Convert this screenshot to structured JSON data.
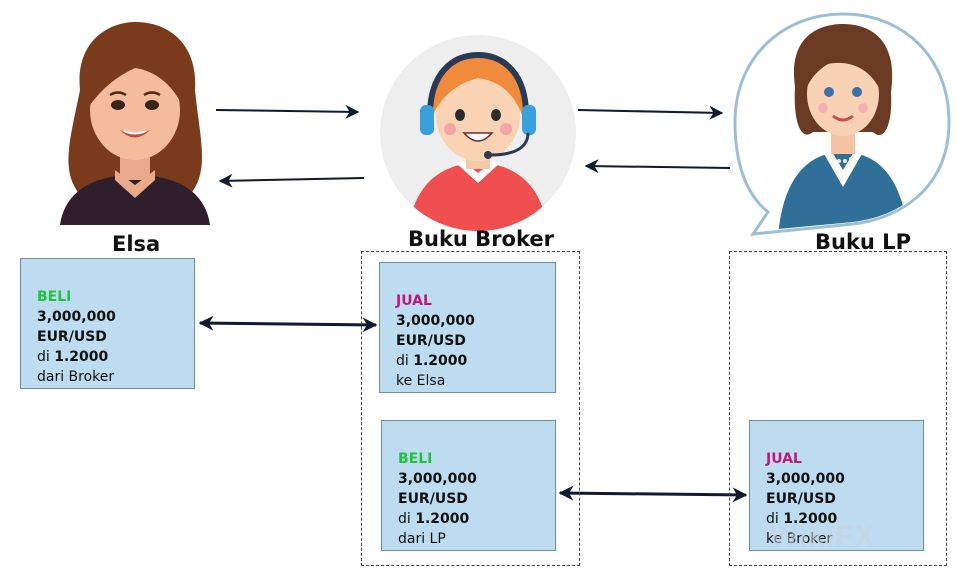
{
  "parties": {
    "elsa": {
      "name": "Elsa"
    },
    "broker": {
      "name": "Buku Broker"
    },
    "lp": {
      "name": "Buku LP"
    }
  },
  "cards": {
    "elsa_buy": {
      "action": "BELI",
      "amount": "3,000,000 EUR/USD",
      "rate_prefix": "di",
      "rate": "1.2000",
      "counterparty": "dari Broker"
    },
    "broker_sell": {
      "action": "JUAL",
      "amount": "3,000,000 EUR/USD",
      "rate_prefix": "di",
      "rate": "1.2000",
      "counterparty": "ke Elsa"
    },
    "broker_buy": {
      "action": "BELI",
      "amount": "3,000,000 EUR/USD",
      "rate_prefix": "di",
      "rate": "1.2000",
      "counterparty": "dari LP"
    },
    "lp_sell": {
      "action": "JUAL",
      "amount": "3,000,000 EUR/USD",
      "rate_prefix": "di",
      "rate": "1.2000",
      "counterparty": "ke Broker"
    }
  },
  "colors": {
    "buy": "#1fc241",
    "sell": "#c2177a",
    "card_fill": "#bddcef",
    "arrow": "#0f1a33"
  },
  "watermark": {
    "text": "WikiFX"
  }
}
